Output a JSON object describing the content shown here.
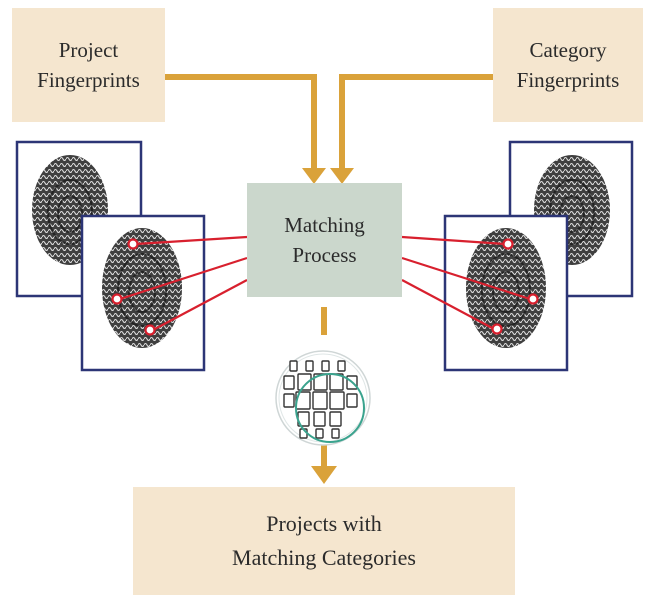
{
  "nodes": {
    "project_fingerprints": {
      "line1": "Project",
      "line2": "Fingerprints"
    },
    "category_fingerprints": {
      "line1": "Category",
      "line2": "Fingerprints"
    },
    "matching_process": {
      "line1": "Matching",
      "line2": "Process"
    },
    "results": {
      "line1": "Projects with",
      "line2": "Matching Categories"
    }
  },
  "colors": {
    "box_beige": "#f5e6cf",
    "box_grey": "#cbd7cc",
    "arrow_gold": "#daa23a",
    "match_red": "#d8202e",
    "frame_navy": "#2c3576",
    "circle_teal": "#3aa38e"
  },
  "icons": {
    "fingerprint": "fingerprint-icon",
    "documents_cluster": "document-cluster-icon"
  }
}
